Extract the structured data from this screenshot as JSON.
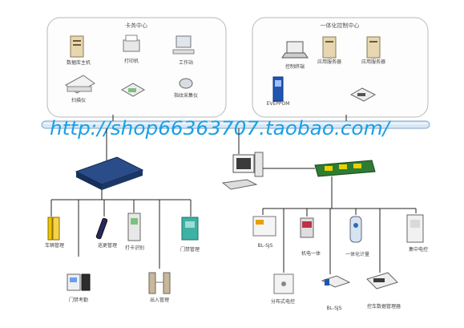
{
  "panels": {
    "left_title": "卡务中心",
    "right_title": "一体化控制中心"
  },
  "left_devices": {
    "db_server": "数据库主机",
    "printer": "打印机",
    "workstation": "工作站",
    "scanner": "扫描仪",
    "network": "",
    "reader": "指纹采集仪"
  },
  "right_devices": {
    "terminal": "控制终端",
    "app_server1": "应用服务器",
    "app_server2": "应用服务器",
    "kiosk": "EVEPPOM",
    "switch": ""
  },
  "watermark": "http://shop66363707.taobao.com/",
  "left_branch": [
    {
      "label": "车辆管理"
    },
    {
      "label": "门禁考勤"
    },
    {
      "label": "巡更管理"
    },
    {
      "label": "打卡识别"
    },
    {
      "label": "出入管理"
    },
    {
      "label": "门禁管理"
    }
  ],
  "right_branch": [
    {
      "label": "BL-SJS"
    },
    {
      "label": "分布式电控"
    },
    {
      "label": "机电一体"
    },
    {
      "label": "BL-SJS"
    },
    {
      "label": "一体化计量"
    },
    {
      "label": "控车数据管理器"
    },
    {
      "label": "集中电控"
    }
  ]
}
